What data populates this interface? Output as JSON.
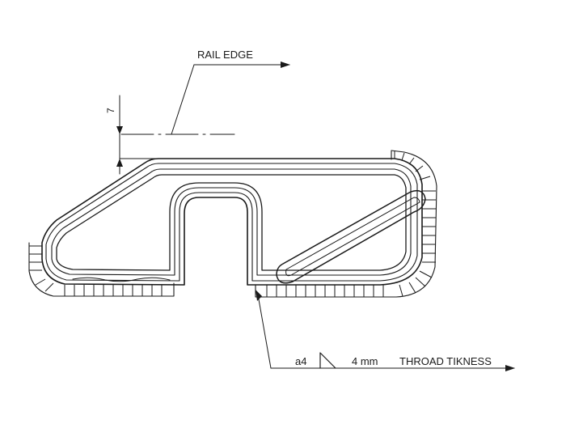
{
  "labels": {
    "rail_edge": "RAIL EDGE",
    "dimension_value": "7",
    "weld_size": "a4",
    "weld_length": "4 mm",
    "thickness_note": "THROAD TIKNESS"
  },
  "colors": {
    "line": "#1a1a1a",
    "background": "#ffffff"
  }
}
